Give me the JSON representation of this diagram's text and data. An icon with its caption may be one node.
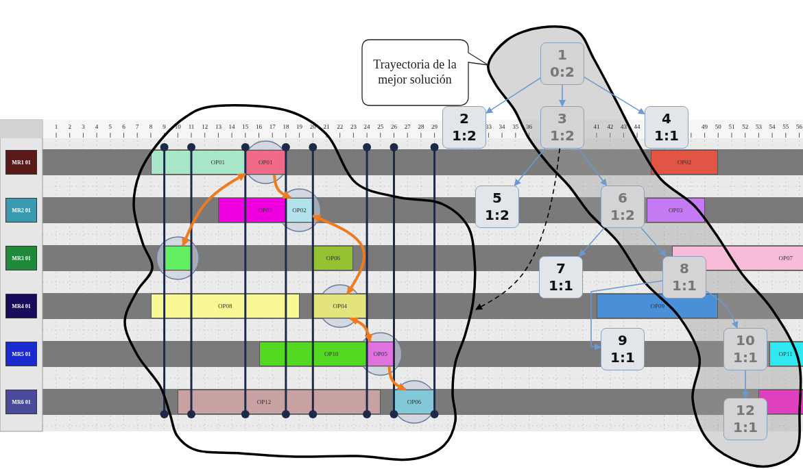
{
  "diagram": {
    "nodes": [
      {
        "text": [
          "Trayectoria de la mejor solución"
        ]
      },
      {
        "text": [
          "1",
          "0:2"
        ]
      },
      {
        "text": [
          "2",
          "1:2"
        ]
      },
      {
        "text": [
          "3",
          "1:2"
        ]
      },
      {
        "text": [
          "4",
          "1:1"
        ]
      },
      {
        "text": [
          "5",
          "1:2"
        ]
      },
      {
        "text": [
          "6",
          "1:2"
        ]
      },
      {
        "text": [
          "7",
          "1:1"
        ]
      },
      {
        "text": [
          "8",
          "1:1"
        ]
      },
      {
        "text": [
          "9",
          "1:1"
        ]
      },
      {
        "text": [
          "10",
          "1:1"
        ]
      },
      {
        "text": [
          "12",
          "1:1"
        ]
      },
      {
        "text": [
          "MR1 01"
        ]
      },
      {
        "text": [
          "MR2 01"
        ]
      },
      {
        "text": [
          "MR3 01"
        ]
      },
      {
        "text": [
          "MR4 01"
        ]
      },
      {
        "text": [
          "MR5 01"
        ]
      },
      {
        "text": [
          "MR6 01"
        ]
      },
      {
        "text": [
          "OP01"
        ]
      },
      {
        "text": [
          "OP01"
        ]
      },
      {
        "text": [
          "OP02"
        ]
      },
      {
        "text": [
          "OP03"
        ]
      },
      {
        "text": [
          "OP02"
        ]
      },
      {
        "text": [
          "OP03"
        ]
      },
      {
        "text": [],
        "shape": "bar"
      },
      {
        "text": [
          "OP06"
        ]
      },
      {
        "text": [
          "OP07"
        ]
      },
      {
        "text": [
          "OP08"
        ]
      },
      {
        "text": [
          "OP04"
        ]
      },
      {
        "text": [
          "OP09"
        ]
      },
      {
        "text": [
          "OP10"
        ]
      },
      {
        "text": [
          "OP05"
        ]
      },
      {
        "text": [
          "OP11"
        ]
      },
      {
        "text": [
          "OP12"
        ]
      },
      {
        "text": [
          "OP06"
        ]
      },
      {
        "text": [],
        "shape": "bar"
      }
    ],
    "edges": [
      {
        "from": 1,
        "to": 2,
        "arrow": "to"
      },
      {
        "from": 1,
        "to": 3,
        "arrow": "to"
      },
      {
        "from": 1,
        "to": 4,
        "arrow": "to"
      },
      {
        "from": 3,
        "to": 5,
        "arrow": "to"
      },
      {
        "from": 3,
        "to": 6,
        "arrow": "to"
      },
      {
        "from": 6,
        "to": 7,
        "arrow": "to"
      },
      {
        "from": 6,
        "to": 8,
        "arrow": "to"
      },
      {
        "from": 8,
        "to": 9,
        "arrow": "to"
      },
      {
        "from": 8,
        "to": 10,
        "arrow": "to"
      },
      {
        "from": 10,
        "to": 11,
        "arrow": "to"
      },
      {
        "from": 19,
        "to": 24,
        "arrow": "both",
        "style": "thick",
        "color": "#f07a1e"
      },
      {
        "from": 19,
        "to": 22,
        "arrow": "to",
        "style": "thick",
        "color": "#f07a1e"
      },
      {
        "from": 22,
        "to": 28,
        "arrow": "both",
        "style": "thick",
        "color": "#f07a1e"
      },
      {
        "from": 28,
        "to": 31,
        "arrow": "both",
        "style": "thick",
        "color": "#f07a1e"
      },
      {
        "from": 31,
        "to": 34,
        "arrow": "to",
        "style": "thick",
        "color": "#f07a1e"
      },
      {
        "from": 3,
        "to": null,
        "arrow": "to",
        "style": "dashed",
        "color": "#000000"
      }
    ],
    "labels": [
      "1",
      "2",
      "3",
      "4",
      "5",
      "6",
      "7",
      "8",
      "9",
      "10",
      "11",
      "12",
      "13",
      "14",
      "15",
      "16",
      "17",
      "18",
      "19",
      "20",
      "21",
      "22",
      "23",
      "24",
      "25",
      "26",
      "27",
      "28",
      "29",
      "33",
      "34",
      "35",
      "36",
      "41",
      "42",
      "43",
      "44",
      "49",
      "50",
      "51",
      "52",
      "53",
      "54",
      "55",
      "56"
    ]
  }
}
